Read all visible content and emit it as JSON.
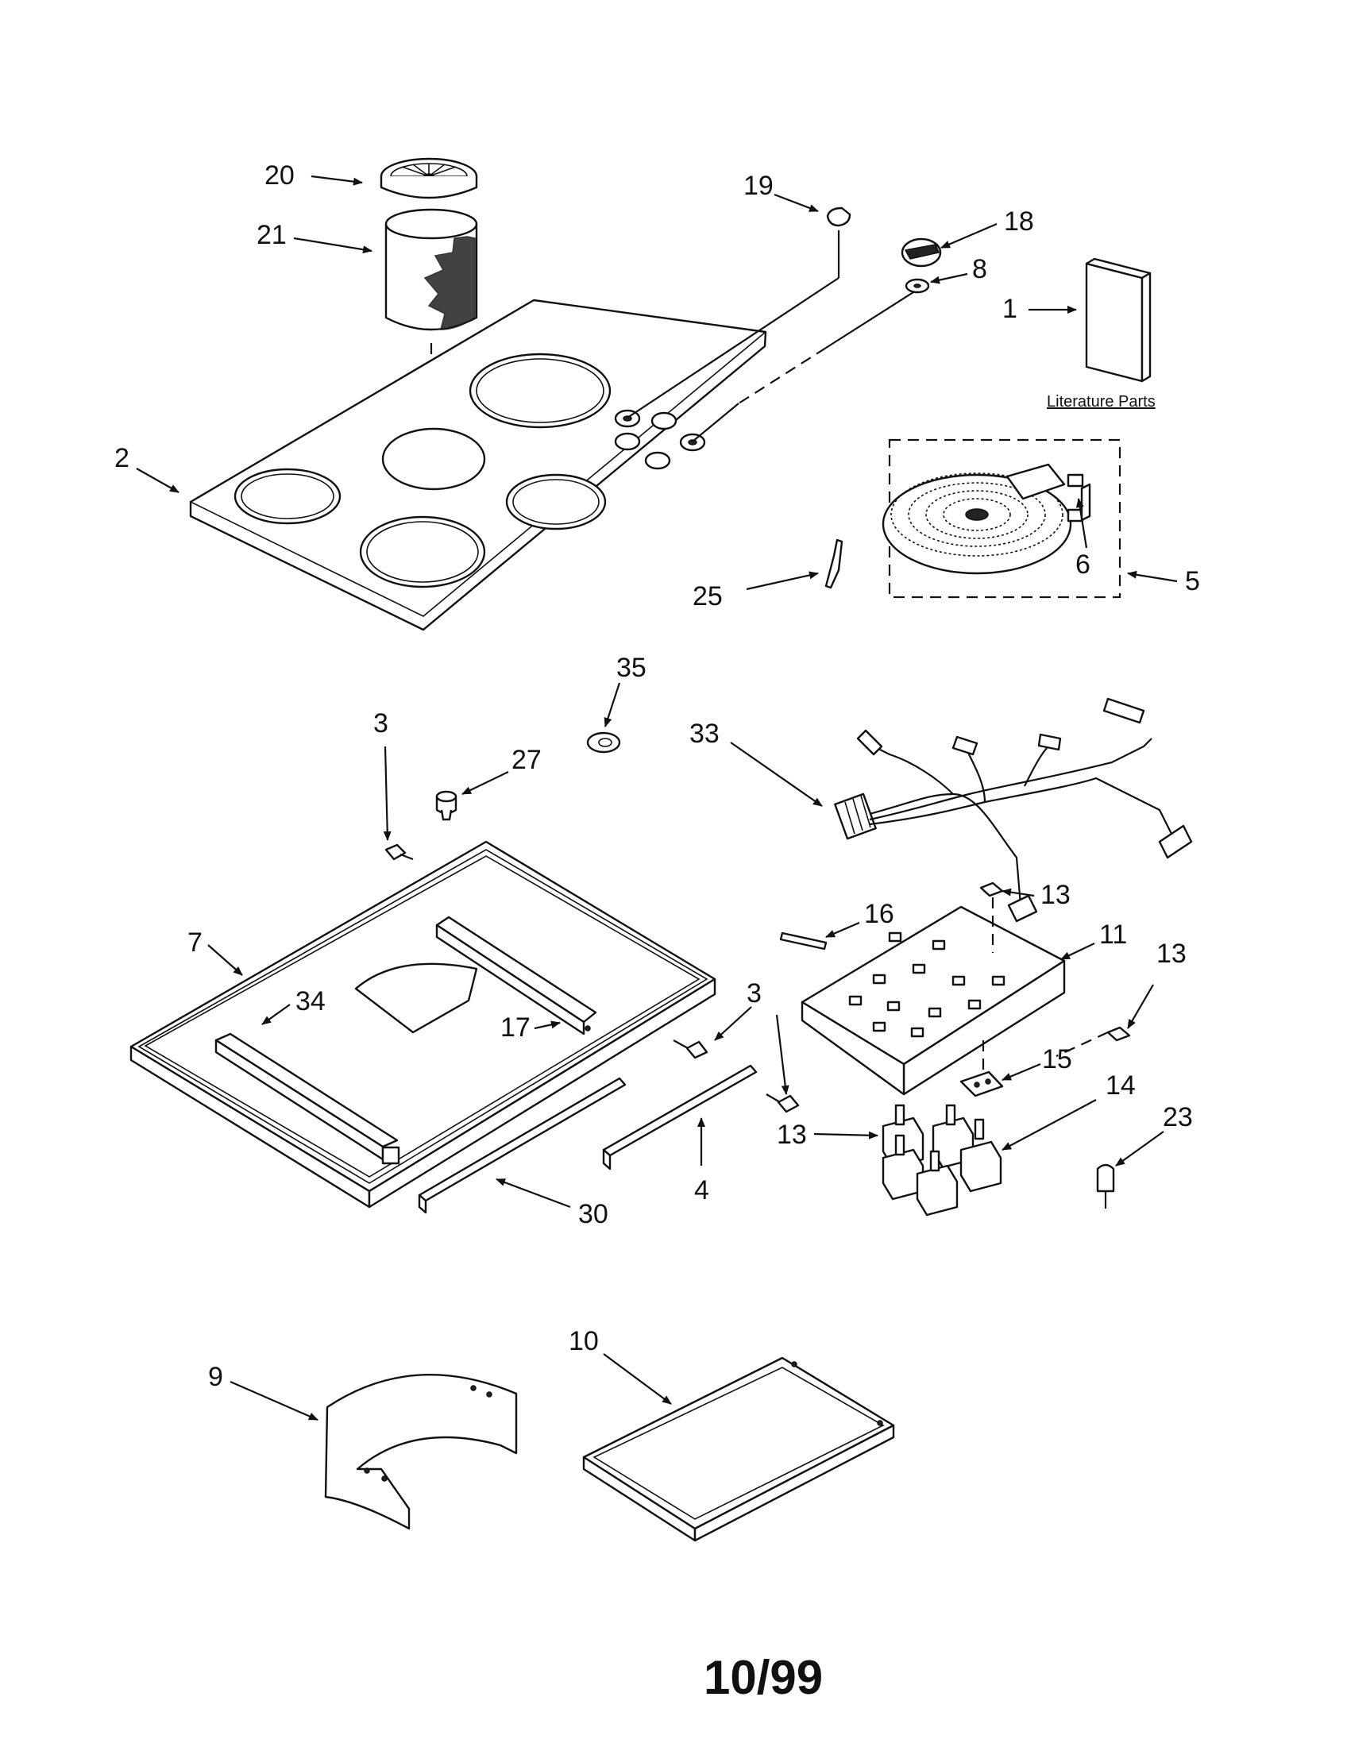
{
  "labels": {
    "l1": "1",
    "l2": "2",
    "l3a": "3",
    "l3b": "3",
    "l4": "4",
    "l5": "5",
    "l6": "6",
    "l7": "7",
    "l8": "8",
    "l9": "9",
    "l10": "10",
    "l11": "11",
    "l13a": "13",
    "l13b": "13",
    "l13c": "13",
    "l14": "14",
    "l15": "15",
    "l16": "16",
    "l17": "17",
    "l18": "18",
    "l19": "19",
    "l20": "20",
    "l21": "21",
    "l23": "23",
    "l25": "25",
    "l27": "27",
    "l30": "30",
    "l33": "33",
    "l34": "34",
    "l35": "35"
  },
  "literature_parts": "Literature Parts",
  "footer_date": "10/99"
}
